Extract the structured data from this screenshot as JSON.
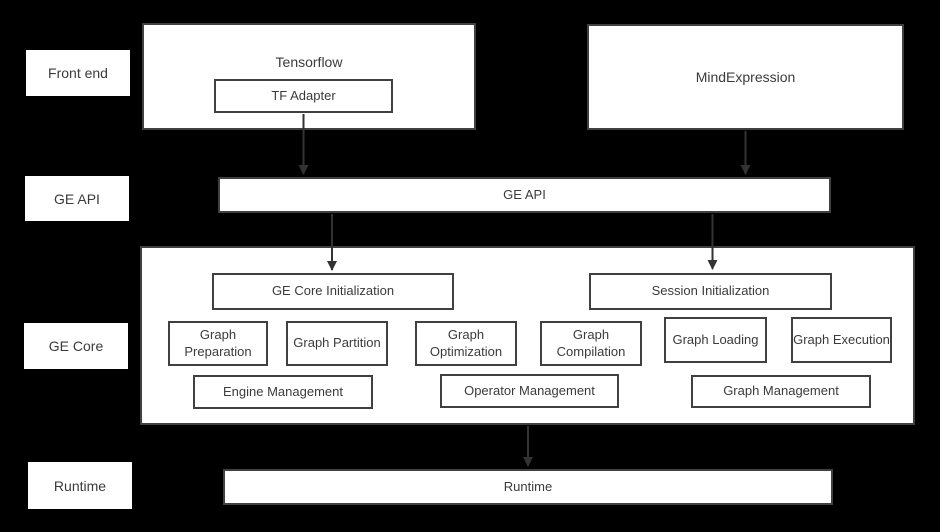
{
  "theme": {
    "background": "#000000",
    "box_fill": "#ffffff",
    "border_color": "#404040",
    "text_color": "#3b3b3b",
    "arrow_color": "#333333"
  },
  "row_labels": [
    {
      "text": "Front end"
    },
    {
      "text": "GE API"
    },
    {
      "text": "GE Core"
    },
    {
      "text": "Runtime"
    }
  ],
  "front_end": {
    "tensorflow_title": "Tensorflow",
    "tf_adapter": "TF Adapter",
    "mindexpression_title": "MindExpression"
  },
  "ge_api": {
    "label": "GE API"
  },
  "ge_core": {
    "initialization": [
      {
        "label": "GE Core Initialization"
      },
      {
        "label": "Session Initialization"
      }
    ],
    "stages": [
      {
        "label": "Graph Preparation"
      },
      {
        "label": "Graph Partition"
      },
      {
        "label": "Graph Optimization"
      },
      {
        "label": "Graph Compilation"
      },
      {
        "label": "Graph Loading"
      },
      {
        "label": "Graph Execution"
      }
    ],
    "management": [
      {
        "label": "Engine Management"
      },
      {
        "label": "Operator Management"
      },
      {
        "label": "Graph Management"
      }
    ]
  },
  "runtime": {
    "label": "Runtime"
  }
}
